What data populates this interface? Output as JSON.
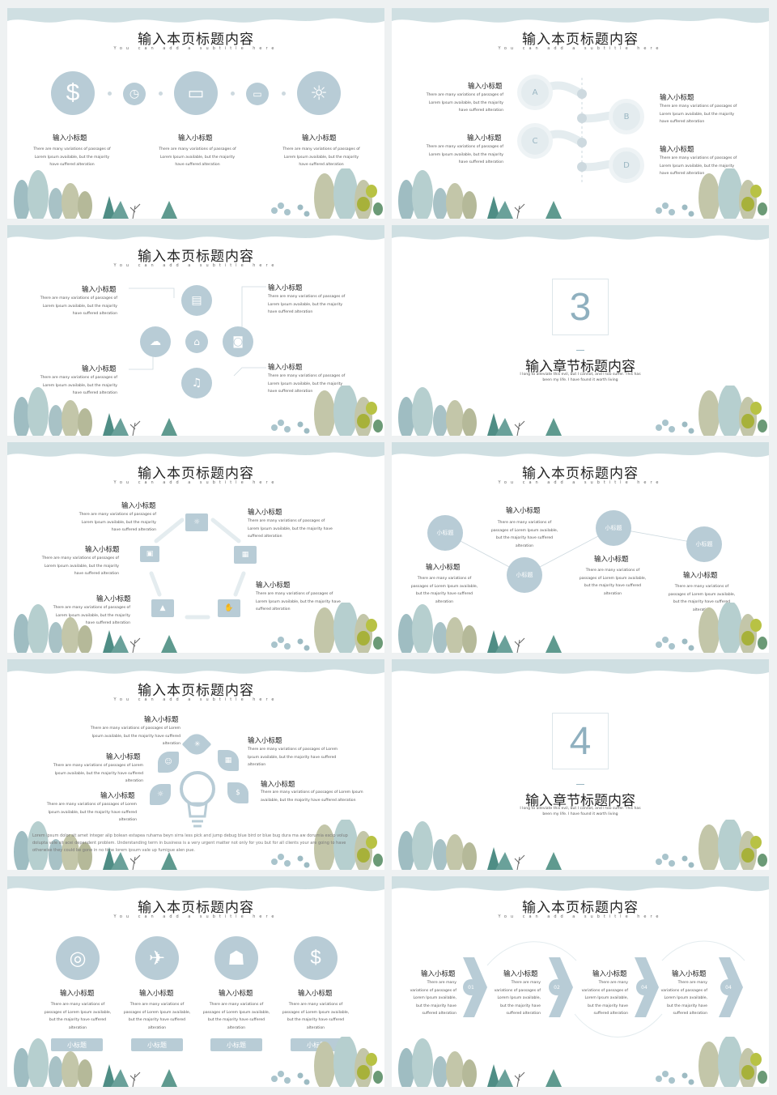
{
  "colors": {
    "accent": "#b8ccd6",
    "wave": "#cfdfe2"
  },
  "slides": [
    {
      "title": "输入本页标题内容",
      "subtitle": "You can add a subtitle here",
      "items": [
        {
          "icon": "dollar-icon",
          "heading": "输入小标题",
          "text": "There are many variations of passages of Lorem Ipsum available, but the majority have suffered alteration"
        },
        {
          "icon": "tablet-phone-icon",
          "heading": "输入小标题",
          "text": "There are many variations of passages of Lorem Ipsum available, but the majority have suffered alteration"
        },
        {
          "icon": "lightbulb-icon",
          "heading": "输入小标题",
          "text": "There are many variations of passages of Lorem Ipsum available, but the majority have suffered alteration"
        }
      ],
      "small_icons": [
        "clock-icon",
        "monitor-icon"
      ]
    },
    {
      "title": "输入本页标题内容",
      "subtitle": "You can add a subtitle here",
      "letters": [
        "A",
        "B",
        "C",
        "D"
      ],
      "items": [
        {
          "heading": "输入小标题",
          "text": "There are many variations of passages of Lorem Ipsum available, but the majority have suffered alteration"
        },
        {
          "heading": "输入小标题",
          "text": "There are many variations of passages of Lorem Ipsum available, but the majority have suffered alteration"
        },
        {
          "heading": "输入小标题",
          "text": "There are many variations of passages of Lorem Ipsum available, but the majority have suffered alteration"
        },
        {
          "heading": "输入小标题",
          "text": "There are many variations of passages of Lorem Ipsum available, but the majority have suffered alteration"
        }
      ]
    },
    {
      "title": "输入本页标题内容",
      "subtitle": "You can add a subtitle here",
      "items": [
        {
          "heading": "输入小标题",
          "text": "There are many variations of passages of Lorem Ipsum available, but the majority have suffered alteration"
        },
        {
          "heading": "输入小标题",
          "text": "There are many variations of passages of Lorem Ipsum available, but the majority have suffered alteration"
        },
        {
          "heading": "输入小标题",
          "text": "There are many variations of passages of Lorem Ipsum available, but the majority have suffered alteration"
        },
        {
          "heading": "输入小标题",
          "text": "There are many variations of passages of Lorem Ipsum available, but the majority have suffered alteration"
        }
      ]
    },
    {
      "number": "3",
      "title": "输入章节标题内容",
      "text": "I long to alleviate this evil, but I cannot, and I too suffer. This has been my life. I have found it worth living"
    },
    {
      "title": "输入本页标题内容",
      "subtitle": "You can add a subtitle here",
      "items": [
        {
          "heading": "输入小标题",
          "text": "There are many variations of passages of Lorem Ipsum available, but the majority have suffered alteration"
        },
        {
          "heading": "输入小标题",
          "text": "There are many variations of passages of Lorem Ipsum available, but the majority have suffered alteration"
        },
        {
          "heading": "输入小标题",
          "text": "There are many variations of passages of Lorem Ipsum available, but the majority have suffered alteration"
        },
        {
          "heading": "输入小标题",
          "text": "There are many variations of passages of Lorem Ipsum available, but the majority have suffered alteration"
        },
        {
          "heading": "输入小标题",
          "text": "There are many variations of passages of Lorem Ipsum available, but the majority have suffered alteration"
        }
      ]
    },
    {
      "title": "输入本页标题内容",
      "subtitle": "You can add a subtitle here",
      "circle_label": "小标题",
      "items": [
        {
          "heading": "输入小标题",
          "text": "There are many variations of passages of Lorem Ipsum available, but the majority have suffered alteration"
        },
        {
          "heading": "输入小标题",
          "text": "There are many variations of passages of Lorem Ipsum available, but the majority have suffered alteration"
        },
        {
          "heading": "输入小标题",
          "text": "There are many variations of passages of Lorem Ipsum available, but the majority have suffered alteration"
        },
        {
          "heading": "输入小标题",
          "text": "There are many variations of passages of Lorem Ipsum available, but the majority have suffered alteration"
        }
      ]
    },
    {
      "title": "输入本页标题内容",
      "subtitle": "You can add a subtitle here",
      "items": [
        {
          "heading": "输入小标题",
          "text": "There are many variations of passages of Lorem Ipsum available, but the majority have suffered alteration"
        },
        {
          "heading": "输入小标题",
          "text": "There are many variations of passages of Lorem Ipsum available, but the majority have suffered alteration"
        },
        {
          "heading": "输入小标题",
          "text": "There are many variations of passages of Lorem Ipsum available, but the majority have suffered alteration"
        },
        {
          "heading": "输入小标题",
          "text": "There are many variations of passages of Lorem Ipsum available, but the majority have suffered alteration"
        },
        {
          "heading": "输入小标题",
          "text": "There are many variations of passages of Lorem Ipsum available, but the majority have suffered alteration"
        }
      ],
      "paragraph": "Lorem ipsum dolor sit amet integer alip bolean estapea ruhama beyn sirra less pick and jump debug blue bird or blue bug dura ma aw dorumia escip volup dolupta vole sit acei dependent problem. Understanding term in business is a very urgent matter not only for you but for all clients your are going to have otherwise they could be gone in no time lorem ipsum vale up fumigue alen pue."
    },
    {
      "number": "4",
      "title": "输入章节标题内容",
      "text": "I long to alleviate this evil, but I cannot, and I too suffer. This has been my life. I have found it worth living"
    },
    {
      "title": "输入本页标题内容",
      "subtitle": "You can add a subtitle here",
      "items": [
        {
          "icon": "target-icon",
          "heading": "输入小标题",
          "text": "There are many variations of passages of Lorem Ipsum available, but the majority have suffered alteration",
          "tag": "小标题"
        },
        {
          "icon": "runner-icon",
          "heading": "输入小标题",
          "text": "There are many variations of passages of Lorem Ipsum available, but the majority have suffered alteration",
          "tag": "小标题"
        },
        {
          "icon": "team-icon",
          "heading": "输入小标题",
          "text": "There are many variations of passages of Lorem Ipsum available, but the majority have suffered alteration",
          "tag": "小标题"
        },
        {
          "icon": "money-bag-icon",
          "heading": "输入小标题",
          "text": "There are many variations of passages of Lorem Ipsum available, but the majority have suffered alteration",
          "tag": "小标题"
        }
      ]
    },
    {
      "title": "输入本页标题内容",
      "subtitle": "You can add a subtitle here",
      "steps": [
        "01",
        "02",
        "04",
        "04"
      ],
      "items": [
        {
          "heading": "输入小标题",
          "text": "There are many variations of passages of Lorem Ipsum available, but the majority have suffered alteration"
        },
        {
          "heading": "输入小标题",
          "text": "There are many variations of passages of Lorem Ipsum available, but the majority have suffered alteration"
        },
        {
          "heading": "输入小标题",
          "text": "There are many variations of passages of Lorem Ipsum available, but the majority have suffered alteration"
        },
        {
          "heading": "输入小标题",
          "text": "There are many variations of passages of Lorem Ipsum available, but the majority have suffered alteration"
        }
      ]
    }
  ]
}
